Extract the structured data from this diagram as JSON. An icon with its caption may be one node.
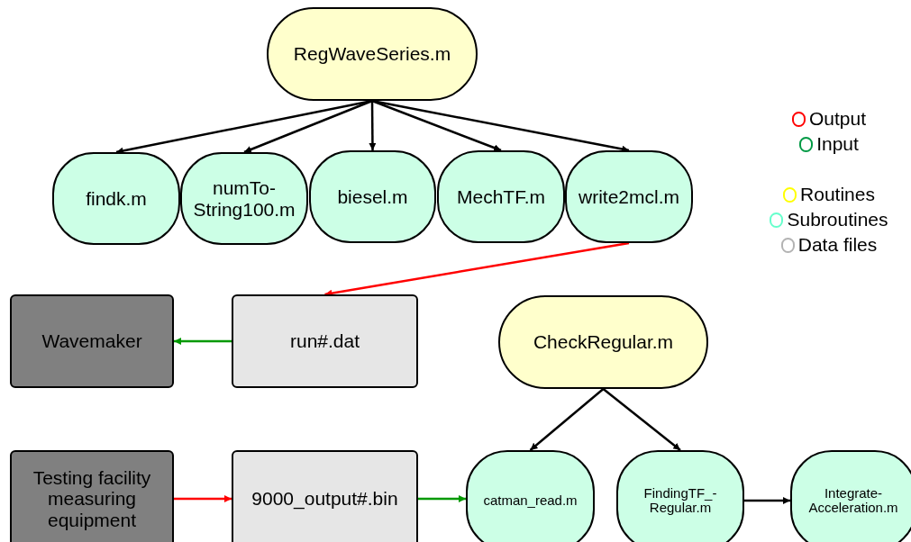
{
  "diagram": {
    "nodes": [
      {
        "text": [
          "RegWaveSeries.m"
        ]
      },
      {
        "text": [
          "findk.m"
        ]
      },
      {
        "text": [
          "numTo- String100.m"
        ]
      },
      {
        "text": [
          "biesel.m"
        ]
      },
      {
        "text": [
          "MechTF.m"
        ]
      },
      {
        "text": [
          "write2mcl.m"
        ]
      },
      {
        "text": [
          "Wavemaker"
        ]
      },
      {
        "text": [
          "run#.dat"
        ]
      },
      {
        "text": [
          "CheckRegular.m"
        ]
      },
      {
        "text": [
          "Testing facility measuring equipment"
        ]
      },
      {
        "text": [
          "9000_output#.bin"
        ]
      },
      {
        "text": [
          "catman_read.m"
        ]
      },
      {
        "text": [
          "FindingTF_- Regular.m"
        ]
      },
      {
        "text": [
          "Integrate- Acceleration.m"
        ]
      }
    ],
    "edges": [
      {
        "from": 0,
        "to": 1,
        "arrow": "to"
      },
      {
        "from": 0,
        "to": 2,
        "arrow": "to"
      },
      {
        "from": 0,
        "to": 3,
        "arrow": "to"
      },
      {
        "from": 0,
        "to": 4,
        "arrow": "to"
      },
      {
        "from": 0,
        "to": 5,
        "arrow": "to"
      },
      {
        "from": 5,
        "to": 7,
        "arrow": "to",
        "color": "#ff0000"
      },
      {
        "from": 7,
        "to": 6,
        "arrow": "to",
        "color": "#009900"
      },
      {
        "from": 8,
        "to": 11,
        "arrow": "to"
      },
      {
        "from": 8,
        "to": 12,
        "arrow": "to"
      },
      {
        "from": 9,
        "to": 10,
        "arrow": "to",
        "color": "#ff0000"
      },
      {
        "from": 10,
        "to": 11,
        "arrow": "to",
        "color": "#009900"
      },
      {
        "from": 12,
        "to": 13,
        "arrow": "to"
      }
    ],
    "legend": [
      {
        "text": "Output",
        "color": "#ff0000"
      },
      {
        "text": "Input",
        "color": "#009944"
      },
      {
        "text": "Routines",
        "color": "#ffff00"
      },
      {
        "text": "Subroutines",
        "color": "#66ffcc"
      },
      {
        "text": "Data files",
        "color": "#b3b3b3"
      }
    ]
  }
}
